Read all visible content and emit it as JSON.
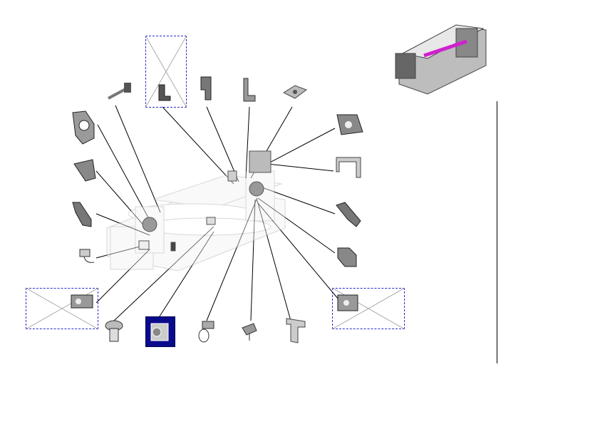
{
  "diagram": {
    "type": "exploded-parts-view",
    "subject": "fuser-unit",
    "accent_color": "#d020d0",
    "selection_color": "#0a0a8c",
    "placeholder_border_color": "#2a2ad0",
    "parts": [
      {
        "id": "part-01",
        "icon": "pin-icon"
      },
      {
        "id": "part-02",
        "icon": "bracket-plate-icon"
      },
      {
        "id": "part-03",
        "icon": "lever-icon"
      },
      {
        "id": "part-04",
        "icon": "flat-spring-icon"
      },
      {
        "id": "part-05",
        "icon": "side-frame-icon"
      },
      {
        "id": "part-06",
        "icon": "u-frame-icon"
      },
      {
        "id": "part-07",
        "icon": "side-plate-icon"
      },
      {
        "id": "part-08",
        "icon": "gear-bracket-icon"
      },
      {
        "id": "part-09",
        "icon": "arm-icon"
      },
      {
        "id": "part-10",
        "icon": "connector-icon"
      },
      {
        "id": "part-11",
        "icon": "arm-icon"
      },
      {
        "id": "part-12",
        "icon": "bracket-icon"
      },
      {
        "id": "part-13",
        "icon": "connector-assembly-icon"
      },
      {
        "id": "part-14",
        "icon": "connector-assembly-icon"
      },
      {
        "id": "part-15",
        "icon": "screw-icon"
      },
      {
        "id": "part-16",
        "icon": "bearing-icon",
        "selected": true
      },
      {
        "id": "part-17",
        "icon": "sensor-icon"
      },
      {
        "id": "part-18",
        "icon": "clip-icon"
      },
      {
        "id": "part-19",
        "icon": "angle-plate-icon"
      }
    ]
  }
}
